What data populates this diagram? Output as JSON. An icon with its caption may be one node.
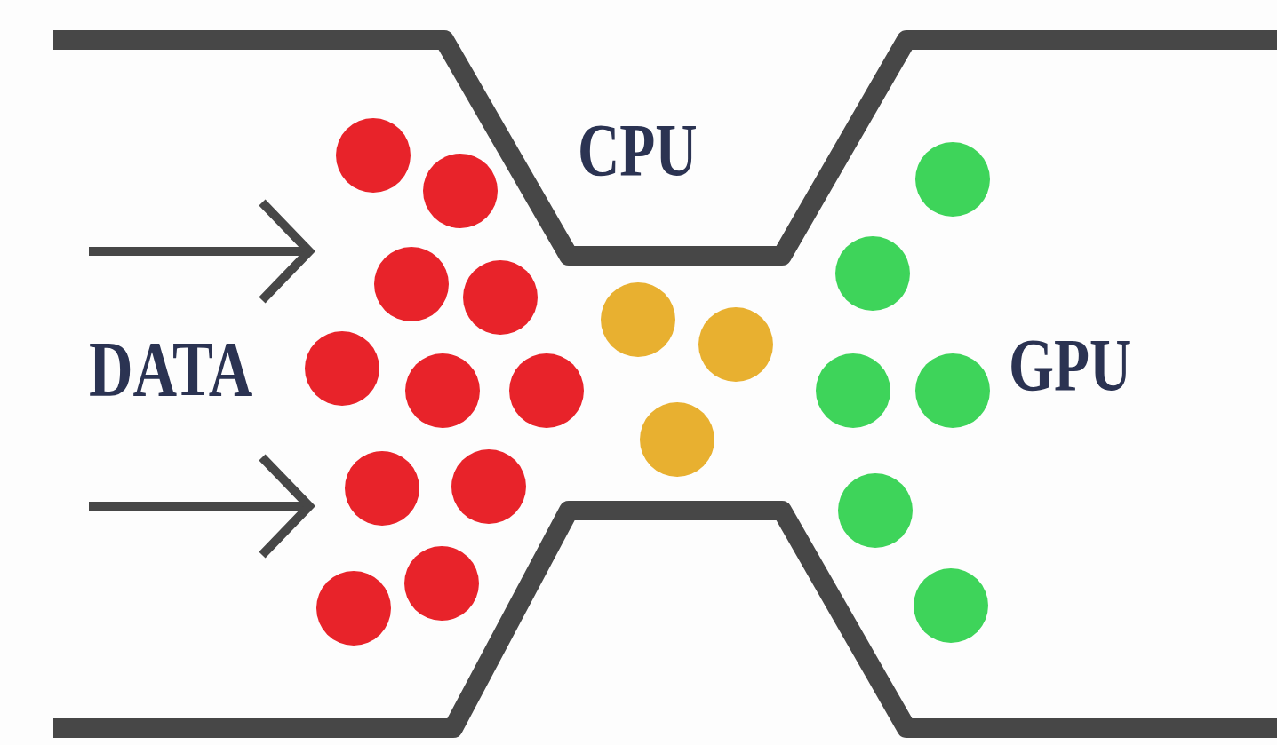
{
  "diagram": {
    "labels": [
      "DATA",
      "CPU",
      "GPU"
    ]
  }
}
